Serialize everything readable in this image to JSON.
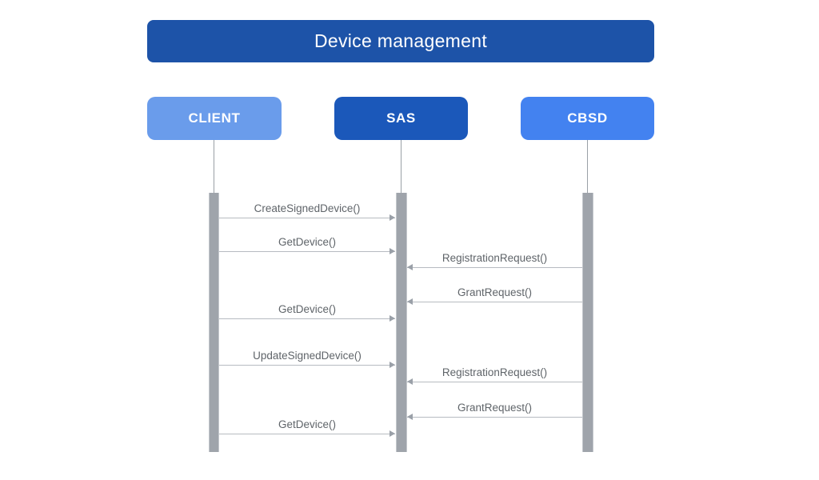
{
  "diagram": {
    "title": "Device management",
    "actors": [
      {
        "id": "client",
        "label": "CLIENT",
        "color": "#6a9ceb"
      },
      {
        "id": "sas",
        "label": "SAS",
        "color": "#1b58ba"
      },
      {
        "id": "cbsd",
        "label": "CBSD",
        "color": "#4382f0"
      }
    ],
    "messages": [
      {
        "label": "CreateSignedDevice()",
        "from": "CLIENT",
        "to": "SAS"
      },
      {
        "label": "GetDevice()",
        "from": "CLIENT",
        "to": "SAS"
      },
      {
        "label": "RegistrationRequest()",
        "from": "CBSD",
        "to": "SAS"
      },
      {
        "label": "GrantRequest()",
        "from": "CBSD",
        "to": "SAS"
      },
      {
        "label": "GetDevice()",
        "from": "CLIENT",
        "to": "SAS"
      },
      {
        "label": "UpdateSignedDevice()",
        "from": "CLIENT",
        "to": "SAS"
      },
      {
        "label": "RegistrationRequest()",
        "from": "CBSD",
        "to": "SAS"
      },
      {
        "label": "GrantRequest()",
        "from": "CBSD",
        "to": "SAS"
      },
      {
        "label": "GetDevice()",
        "from": "CLIENT",
        "to": "SAS"
      }
    ],
    "colors": {
      "title_bg": "#1d53a8",
      "client_bg": "#6a9ceb",
      "sas_bg": "#1b58ba",
      "cbsd_bg": "#4382f0",
      "activation_bar": "#9fa4ab",
      "lifeline": "#9aa0a6",
      "arrow_line": "#b7bbc1",
      "arrow_head": "#9aa0a8",
      "message_text": "#5f6469"
    }
  }
}
